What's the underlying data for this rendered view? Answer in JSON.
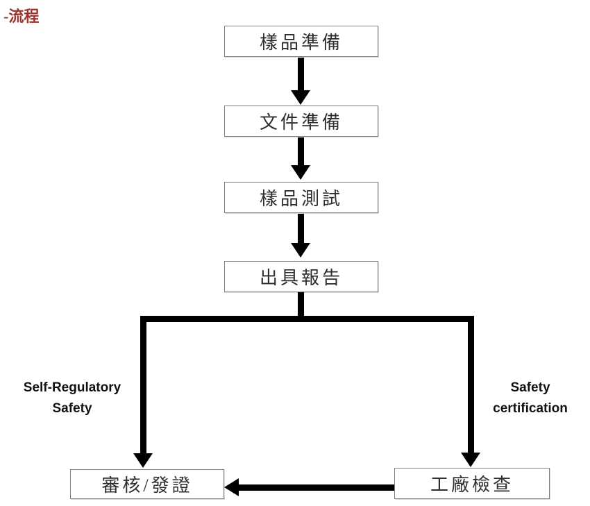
{
  "page": {
    "title": "-流程"
  },
  "colors": {
    "title_text": "#9b342f",
    "arrow": "#000000",
    "box_border": "#7f7f7f",
    "box_text": "#2e2e2e"
  },
  "flow": {
    "steps": [
      {
        "label": "樣品準備"
      },
      {
        "label": "文件準備"
      },
      {
        "label": "樣品測試"
      },
      {
        "label": "出具報告"
      }
    ],
    "branches": {
      "left": {
        "label_line1": "Self-Regulatory",
        "label_line2": "Safety",
        "box": "審核/發證"
      },
      "right": {
        "label_line1": "Safety",
        "label_line2": "certification",
        "box": "工廠檢查"
      }
    }
  }
}
